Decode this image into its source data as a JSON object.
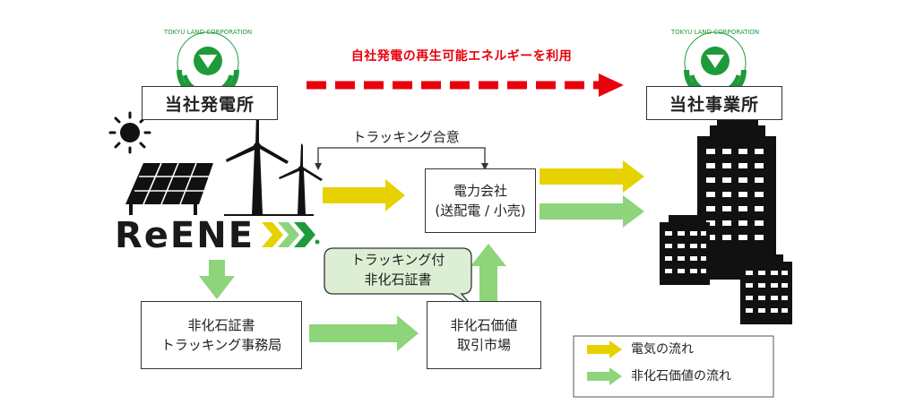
{
  "logo": {
    "company_text": "TOKYU LAND CORPORATION",
    "green": "#1f9a3a"
  },
  "nodes": {
    "own_plant": "当社発電所",
    "own_office": "当社事業所",
    "power_company_line1": "電力会社",
    "power_company_line2": "(送配電 / 小売)",
    "registry_line1": "非化石証書",
    "registry_line2": "トラッキング事務局",
    "market_line1": "非化石価値",
    "market_line2": "取引市場"
  },
  "labels": {
    "top_flow": "自社発電の再生可能エネルギーを利用",
    "tracking_agreement": "トラッキング合意",
    "callout_line1": "トラッキング付",
    "callout_line2": "非化石証書",
    "brand": "ReENE"
  },
  "legend": {
    "electricity": "電気の流れ",
    "non_fossil": "非化石価値の流れ"
  },
  "colors": {
    "electricity_arrow": "#e6d200",
    "non_fossil_arrow": "#8ed47a",
    "red_arrow": "#e8000d",
    "callout_fill": "#dcefd5"
  }
}
